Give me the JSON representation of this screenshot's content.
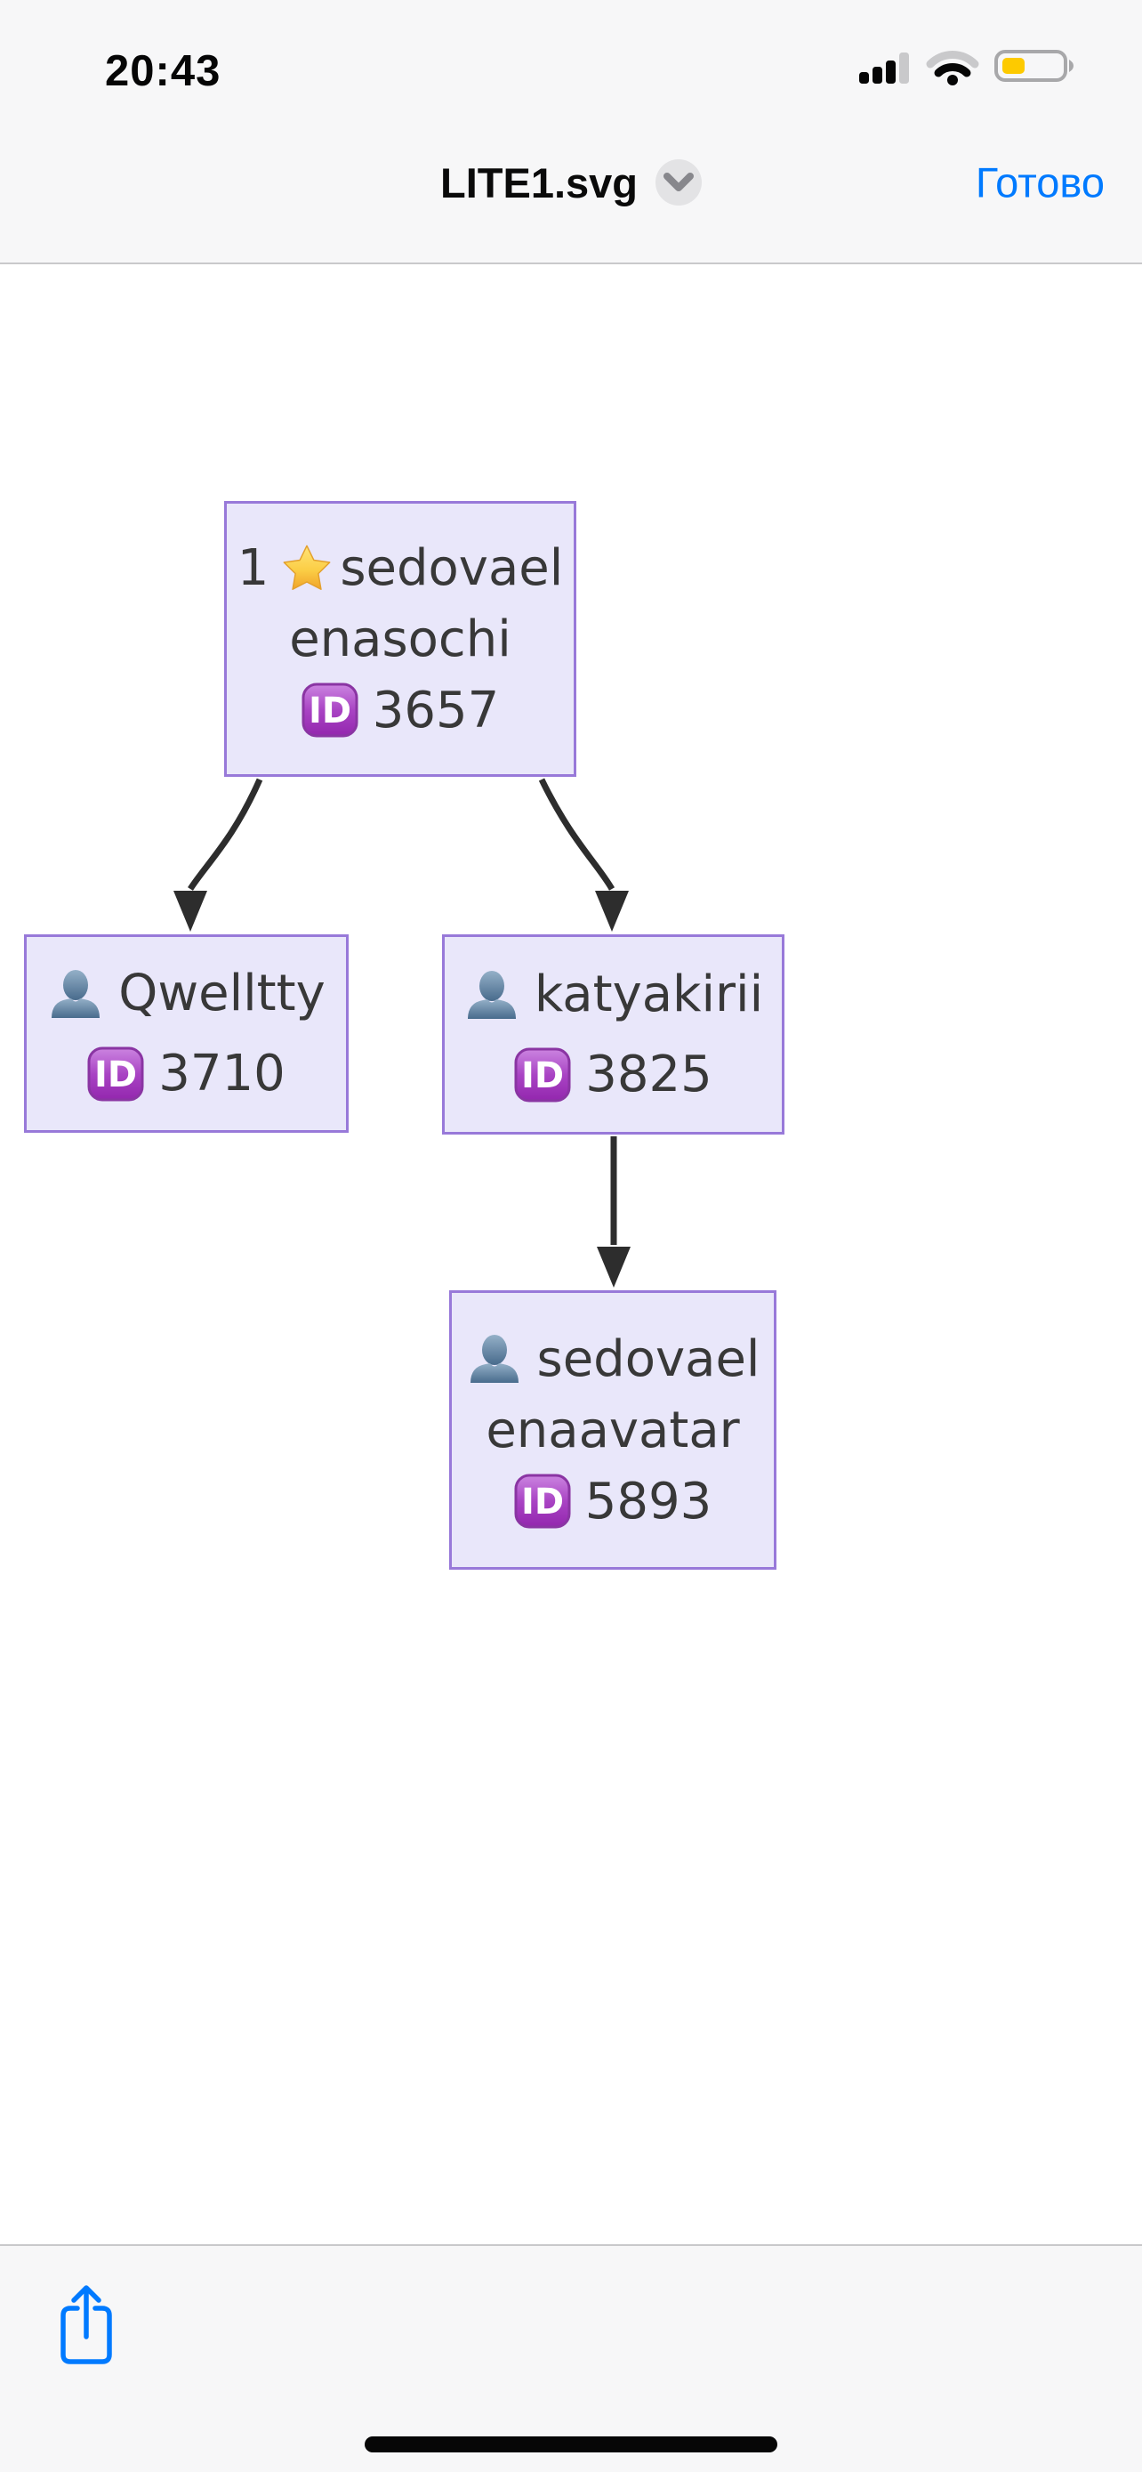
{
  "status_bar": {
    "time": "20:43",
    "icons": [
      "cellular-signal-icon",
      "wifi-icon",
      "battery-icon"
    ],
    "battery_low_power_color": "#fdca00"
  },
  "header": {
    "title": "LITE1.svg",
    "chevron_icon": "chevron-down-icon",
    "done_label": "Готово"
  },
  "tree": {
    "id_badge_label": "ID",
    "nodes": [
      {
        "prefix": "1",
        "icon": "star-icon",
        "name_lines": [
          "sedovael",
          "enasochi"
        ],
        "id_label": "3657"
      },
      {
        "icon": "person-icon",
        "name_lines": [
          "Qwelltty"
        ],
        "id_label": "3710"
      },
      {
        "icon": "person-icon",
        "name_lines": [
          "katyakirii"
        ],
        "id_label": "3825"
      },
      {
        "icon": "person-icon",
        "name_lines": [
          "sedovael",
          "enaavatar"
        ],
        "id_label": "5893"
      }
    ],
    "edges": [
      {
        "from": "3657",
        "to": "3710"
      },
      {
        "from": "3657",
        "to": "3825"
      },
      {
        "from": "3825",
        "to": "5893"
      }
    ]
  },
  "toolbar": {
    "share_icon": "share-icon"
  },
  "colors": {
    "accent_blue": "#007AFF",
    "node_fill": "#e9e7fa",
    "node_border": "#9879d9",
    "node_text": "#383838",
    "arrow": "#2d2d2d",
    "chrome_bg": "#f7f7f8"
  }
}
